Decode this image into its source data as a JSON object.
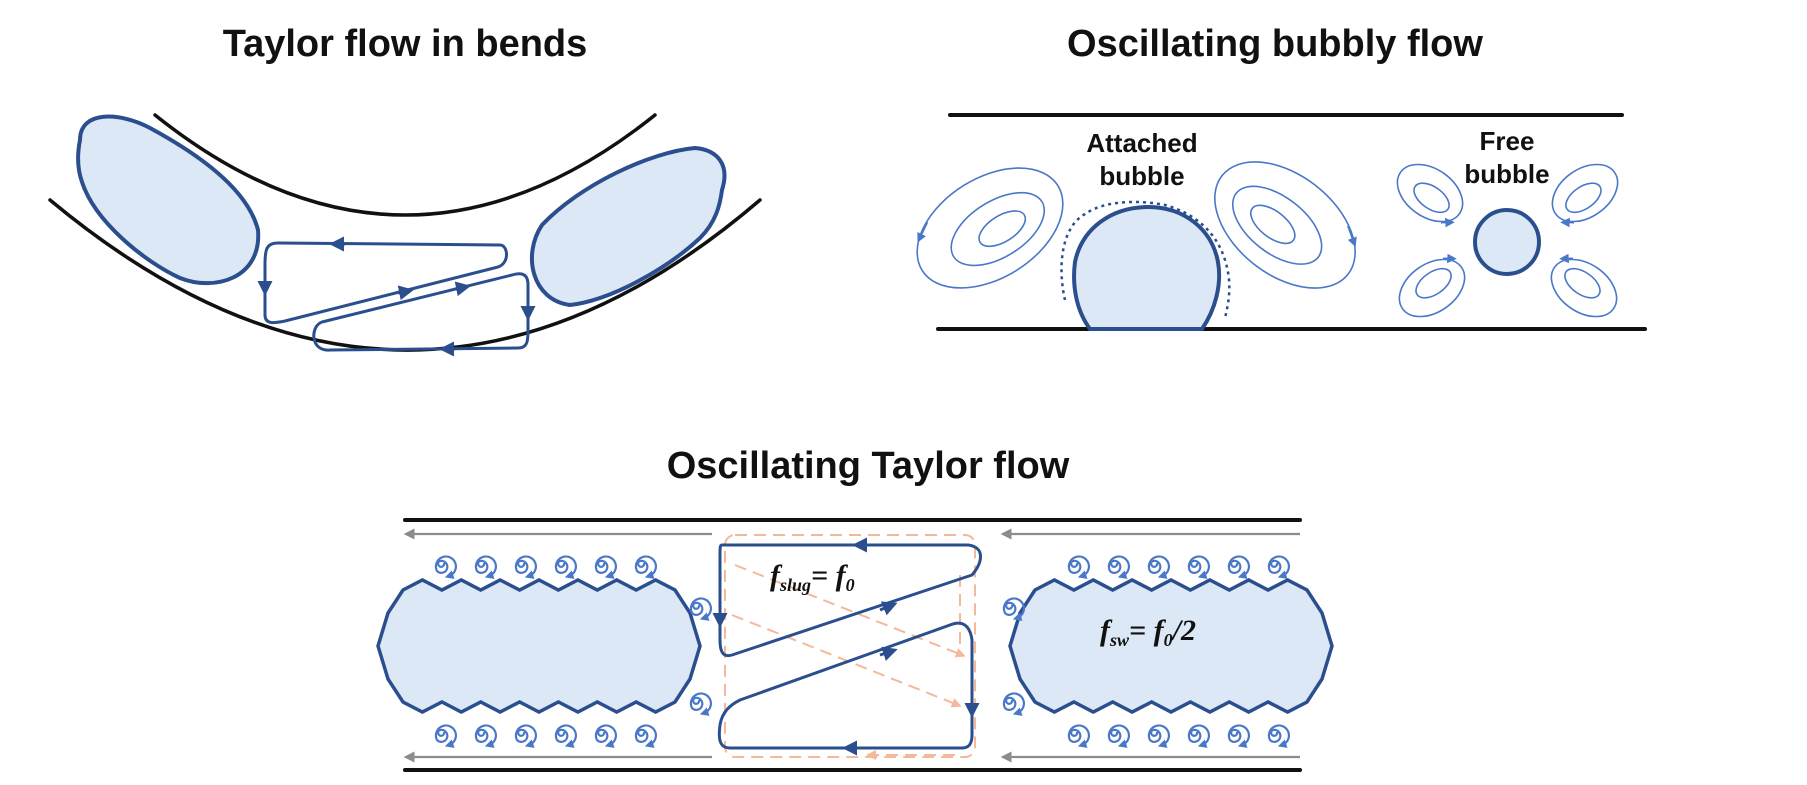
{
  "panels": {
    "bends": {
      "title": "Taylor flow in bends"
    },
    "bubbly": {
      "title": "Oscillating bubbly flow",
      "attached_label": [
        "Attached",
        "bubble"
      ],
      "free_label": [
        "Free",
        "bubble"
      ]
    },
    "osc_taylor": {
      "title": "Oscillating Taylor flow",
      "slug_eq": {
        "f": "f",
        "sub": "slug",
        "rest": "= f",
        "sub0": "0"
      },
      "sw_eq": {
        "f": "f",
        "sub": "sw",
        "rest": "= f",
        "sub0": "0",
        "tail": "/2"
      }
    }
  },
  "colors": {
    "bubble_fill": "#dce8f5",
    "bubble_stroke": "#2b4f8e",
    "vortex": "#4a78c8",
    "wall": "#111111",
    "film_arrow": "#8c8c8c",
    "oscillating_circulation": "#f4b89a"
  }
}
